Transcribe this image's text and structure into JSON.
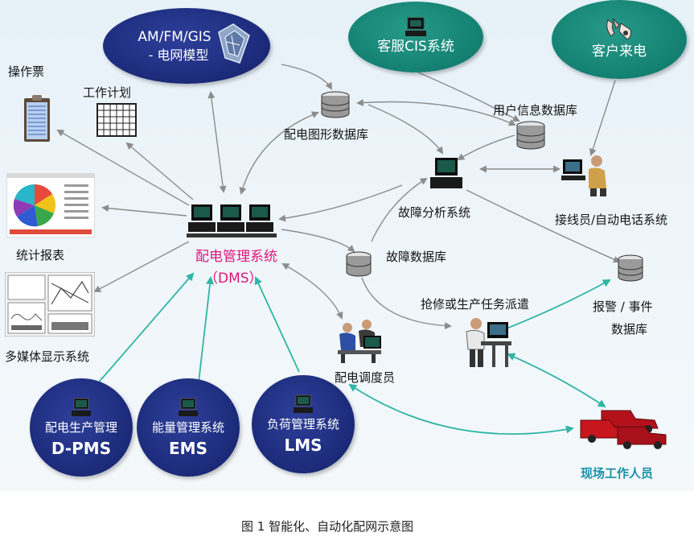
{
  "nodes": {
    "amfm_line1": "AM/FM/GIS",
    "amfm_line2": "- 电网模型",
    "cis": "客服CIS系统",
    "customer_call": "客户来电",
    "operation_ticket": "操作票",
    "work_plan": "工作计划",
    "graphic_db": "配电图形数据库",
    "user_info_db": "用户信息数据库",
    "fault_analysis": "故障分析系统",
    "operator": "接线员/自动电话系统",
    "dms_line1": "配电管理系统",
    "dms_line2": "（DMS）",
    "fault_db": "故障数据库",
    "statistics": "统计报表",
    "repair_dispatch": "抢修或生产任务派遣",
    "alarm_line1": "报警 / 事件",
    "alarm_line2": "数据库",
    "multimedia": "多媒体显示系统",
    "dispatcher": "配电调度员",
    "dpms_line1": "配电生产管理",
    "dpms_line2": "D-PMS",
    "ems_line1": "能量管理系统",
    "ems_line2": "EMS",
    "lms_line1": "负荷管理系统",
    "lms_line2": "LMS",
    "field_staff": "现场工作人员"
  },
  "caption": "图 1  智能化、自动化配网示意图",
  "colors": {
    "navy": "#1b2a78",
    "teal": "#138071",
    "dms_label": "#e0157a",
    "field_label": "#1a8fa6",
    "gray_arrow": "#8c8c8c",
    "teal_arrow": "#2fb5a5"
  }
}
